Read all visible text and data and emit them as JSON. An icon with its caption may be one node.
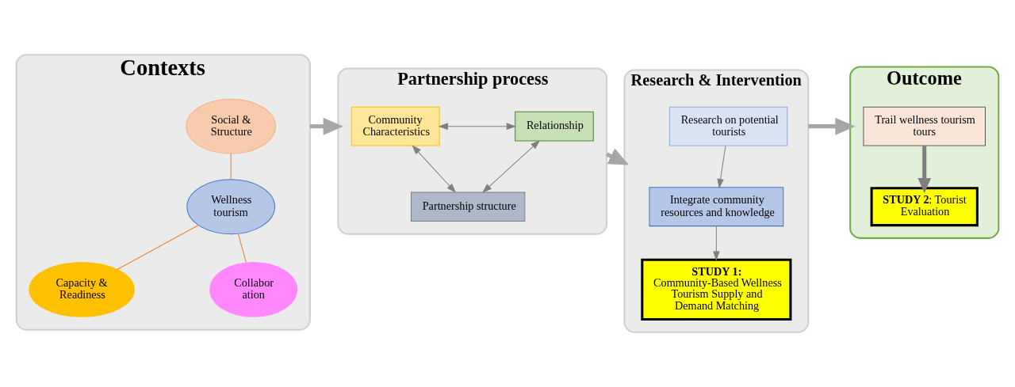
{
  "diagram": {
    "nodes": [
      {
        "text": [
          "Contexts"
        ]
      },
      {
        "text": [
          "Social & Structure"
        ],
        "in": 0
      },
      {
        "text": [
          "Wellness tourism"
        ],
        "in": 0
      },
      {
        "text": [
          "Capacity & Readiness"
        ],
        "in": 0
      },
      {
        "text": [
          "Collabor ation"
        ],
        "in": 0
      },
      {
        "text": [
          "Partnership process"
        ]
      },
      {
        "text": [
          "Community Characteristics"
        ],
        "in": 5
      },
      {
        "text": [
          "Relationship"
        ],
        "in": 5
      },
      {
        "text": [
          "Partnership structure"
        ],
        "in": 5
      },
      {
        "text": [
          "Research & Intervention"
        ]
      },
      {
        "text": [
          "Research on potential tourists"
        ],
        "in": 9
      },
      {
        "text": [
          "Integrate community resources and knowledge"
        ],
        "in": 9
      },
      {
        "text": [
          "**STUDY 1:** Community-Based Wellness Tourism Supply and Demand Matching"
        ],
        "in": 9
      },
      {
        "text": [
          "Outcome"
        ]
      },
      {
        "text": [
          "Trail wellness tourism tours"
        ],
        "in": 13
      },
      {
        "text": [
          "**STUDY 2**: Tourist Evaluation"
        ],
        "in": 13
      }
    ],
    "edges": [
      {
        "from": 1,
        "to": 2,
        "arrow": "none",
        "color": "#ed7d31"
      },
      {
        "from": 2,
        "to": 3,
        "arrow": "none",
        "color": "#ed7d31"
      },
      {
        "from": 2,
        "to": 4,
        "arrow": "none",
        "color": "#ed7d31"
      },
      {
        "from": 6,
        "to": 7,
        "arrow": "both"
      },
      {
        "from": 6,
        "to": 8,
        "arrow": "both"
      },
      {
        "from": 7,
        "to": 8,
        "arrow": "both"
      },
      {
        "from": 10,
        "to": 11,
        "arrow": "to"
      },
      {
        "from": 11,
        "to": 12,
        "arrow": "to"
      },
      {
        "from": 14,
        "to": 15,
        "arrow": "to",
        "style": "thick"
      },
      {
        "from": 0,
        "to": 5,
        "arrow": "to",
        "style": "thick",
        "color": "#a6a6a6"
      },
      {
        "from": 5,
        "to": 9,
        "arrow": "to",
        "style": "thick",
        "color": "#a6a6a6"
      },
      {
        "from": 9,
        "to": 13,
        "arrow": "to",
        "style": "thick",
        "color": "#a6a6a6"
      }
    ]
  }
}
